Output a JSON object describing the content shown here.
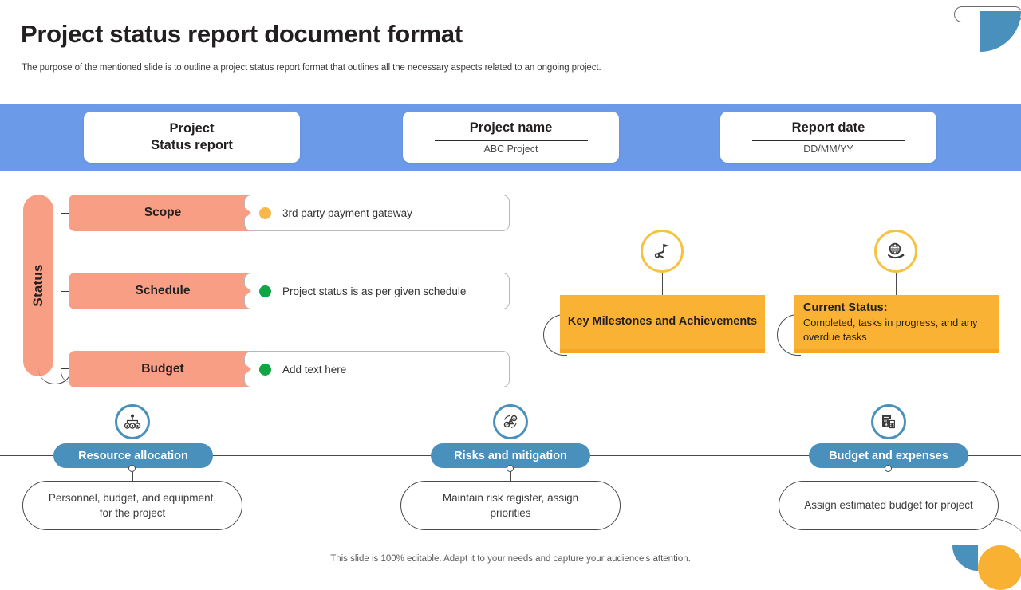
{
  "slide": {
    "title": "Project status report document format",
    "subtitle": "The purpose of the mentioned slide is to outline a project status report format that outlines all the necessary aspects related to an ongoing project.",
    "footer_note": "This slide is 100% editable. Adapt it to your needs and capture your audience's attention."
  },
  "colors": {
    "band_blue": "#6b9ae8",
    "accent_blue": "#4a90bd",
    "salmon": "#f79e85",
    "amber": "#f9b233",
    "amber_ring": "#f5c242",
    "amber_shadow": "#f5a623",
    "dot_green": "#10a644",
    "dot_yellow": "#f7b84b"
  },
  "header_cards": [
    {
      "title_line1": "Project",
      "title_line2": "Status report",
      "value": "",
      "has_rule": false
    },
    {
      "title_line1": "Project name",
      "title_line2": "",
      "value": "ABC Project",
      "has_rule": true
    },
    {
      "title_line1": "Report date",
      "title_line2": "",
      "value": "DD/MM/YY",
      "has_rule": true
    }
  ],
  "status_section": {
    "axis_label": "Status",
    "rows": [
      {
        "label": "Scope",
        "text": "3rd party payment gateway",
        "dot_color": "#f7b84b"
      },
      {
        "label": "Schedule",
        "text": "Project status is as per given schedule",
        "dot_color": "#10a644"
      },
      {
        "label": "Budget",
        "text": "Add text here",
        "dot_color": "#10a644"
      }
    ]
  },
  "milestone_section": {
    "items": [
      {
        "icon": "milestone-flag-icon",
        "title": "Key Milestones and Achievements",
        "body": "",
        "align": "center"
      },
      {
        "icon": "globe-in-hand-icon",
        "title": "Current Status:",
        "body": "Completed, tasks in progress, and any overdue tasks",
        "align": "left"
      }
    ]
  },
  "bottom_section": {
    "items": [
      {
        "icon": "resource-allocation-icon",
        "label": "Resource allocation",
        "description": "Personnel, budget, and equipment, for the project"
      },
      {
        "icon": "risk-gears-icon",
        "label": "Risks and mitigation",
        "description": "Maintain risk register, assign priorities"
      },
      {
        "icon": "budget-invoice-icon",
        "label": "Budget and expenses",
        "description": "Assign estimated budget for project"
      }
    ]
  }
}
